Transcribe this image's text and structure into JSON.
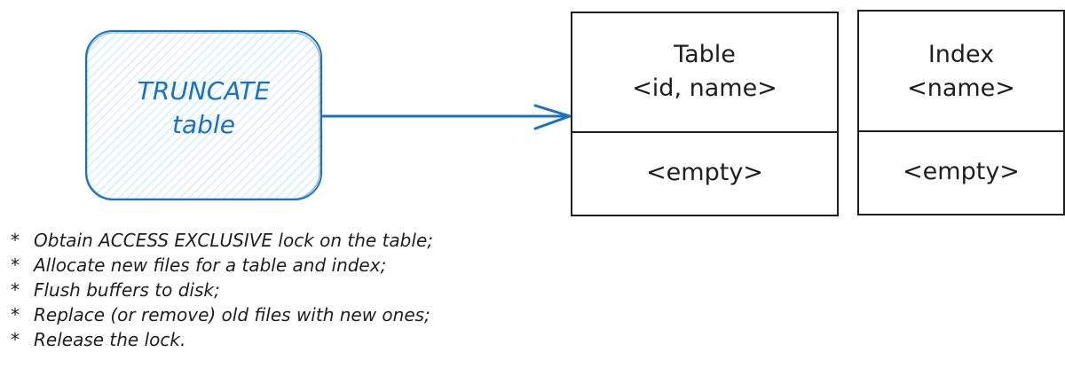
{
  "diagram": {
    "action_node": {
      "line1": "TRUNCATE",
      "line2": "table",
      "color": "#1971c2",
      "fill": "#a5d8ff"
    },
    "arrow": {
      "from": "action_node",
      "to": "table_node",
      "color": "#1971c2"
    },
    "table_node": {
      "header_line1": "Table",
      "header_line2": "<id, name>",
      "body": "<empty>"
    },
    "index_node": {
      "header_line1": "Index",
      "header_line2": "<name>",
      "body": "<empty>"
    },
    "steps": [
      {
        "bullet": "*",
        "text": "Obtain ACCESS EXCLUSIVE lock on the table;"
      },
      {
        "bullet": "*",
        "text": "Allocate new files for a table and index;"
      },
      {
        "bullet": "*",
        "text": "Flush buffers to disk;"
      },
      {
        "bullet": "*",
        "text": "Replace (or remove) old files with new ones;"
      },
      {
        "bullet": "*",
        "text": "Release the lock."
      }
    ]
  }
}
